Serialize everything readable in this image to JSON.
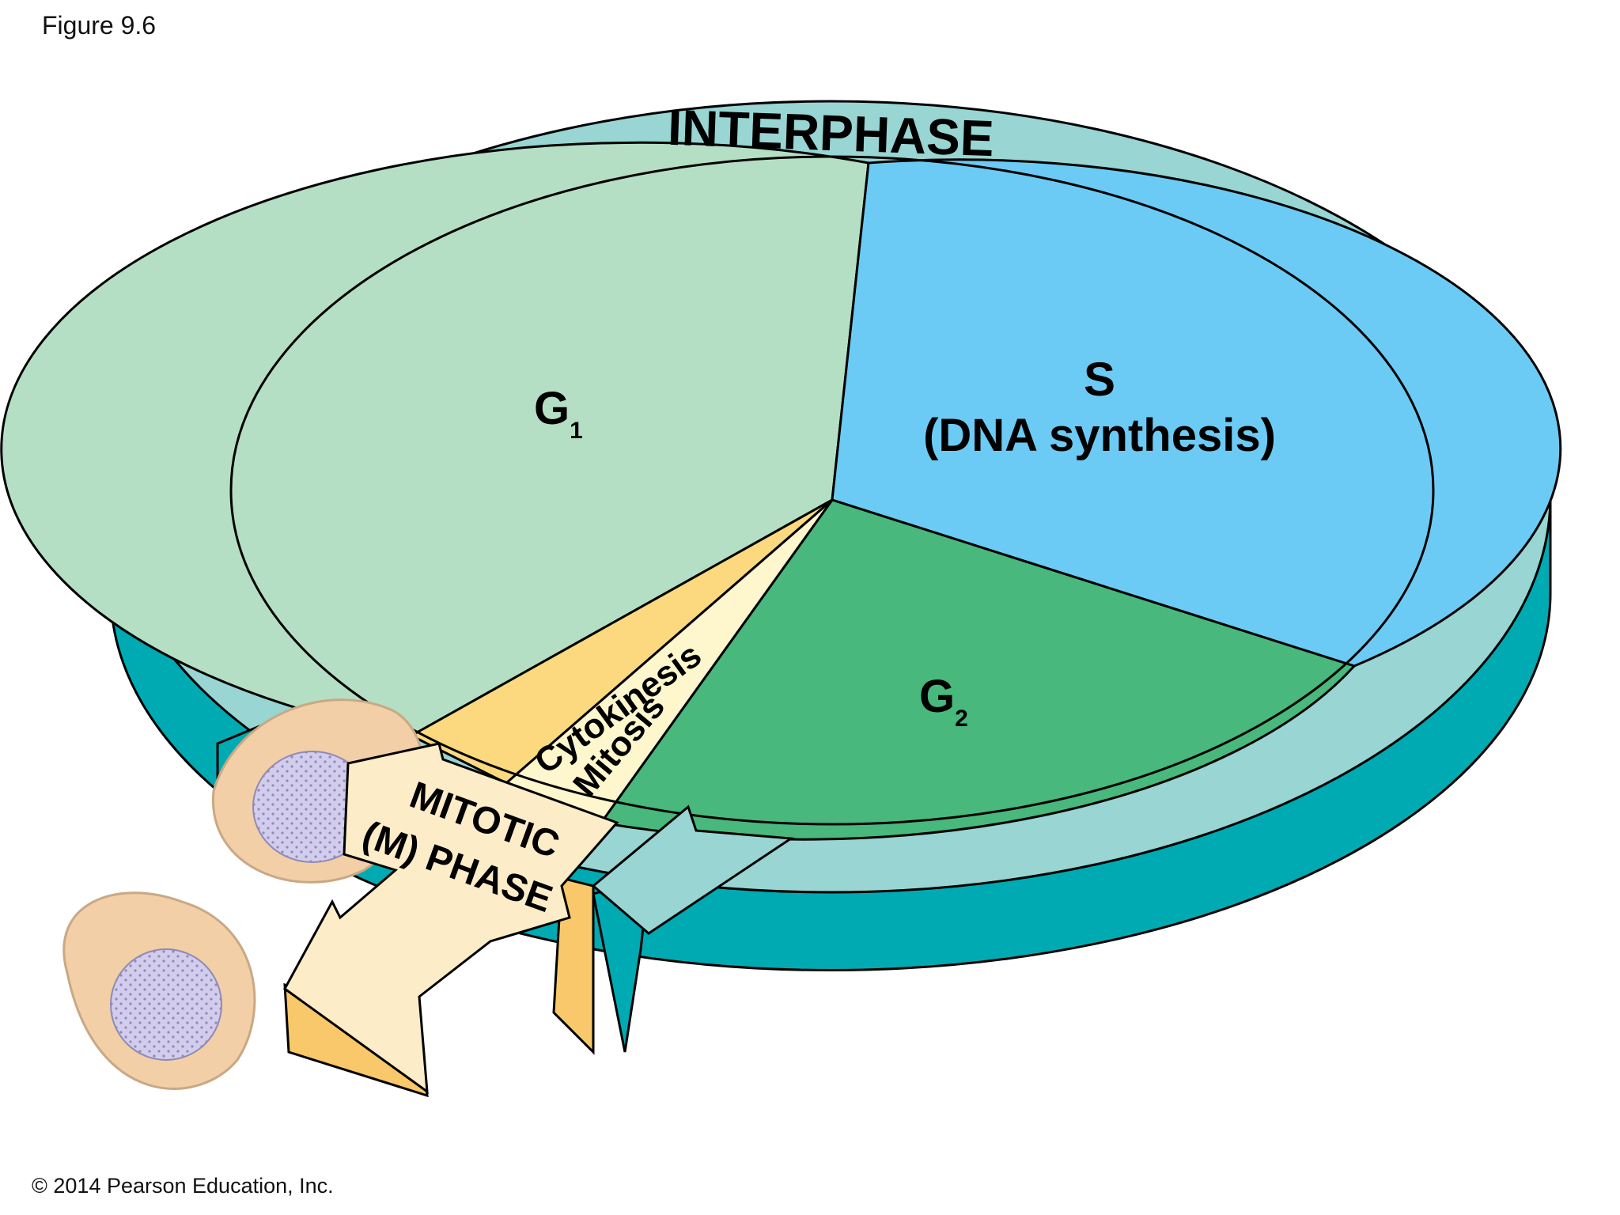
{
  "figure_label": "Figure 9.6",
  "copyright": "© 2014 Pearson Education, Inc.",
  "ring_label": "INTERPHASE",
  "phases": {
    "g1": {
      "label": "G",
      "subscript": "1"
    },
    "s": {
      "label": "S",
      "sublabel": "(DNA synthesis)"
    },
    "g2": {
      "label": "G",
      "subscript": "2"
    },
    "cytokinesis": {
      "label": "Cytokinesis"
    },
    "mitosis": {
      "label": "Mitosis"
    },
    "m_phase": {
      "line1": "MITOTIC",
      "line2": "(M) PHASE"
    }
  },
  "colors": {
    "ring_top": "#98d5d3",
    "ring_side": "#00aab2",
    "g1": "#b5dfc4",
    "s": "#6ccbf4",
    "g2": "#48b87d",
    "cytokinesis": "#fcd97f",
    "mitosis": "#fef6cc",
    "arrow_face": "#fdecc8",
    "arrow_side": "#f9c86a",
    "cell_body": "#f2cfa6",
    "nucleus": "#cfcbea"
  }
}
